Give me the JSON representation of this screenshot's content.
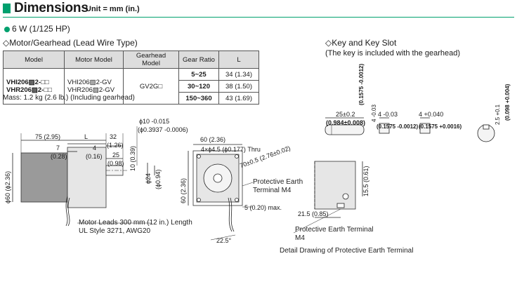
{
  "header": {
    "title": "Dimensions",
    "unit": "Unit = mm (in.)"
  },
  "subheader": "6 W (1/125 HP)",
  "left_section": {
    "title": "◇Motor/Gearhead (Lead Wire Type)"
  },
  "right_section": {
    "title": "◇Key and Key Slot",
    "note": "(The key is included with the gearhead)"
  },
  "table": {
    "headers": [
      "Model",
      "Motor Model",
      "Gearhead Model",
      "Gear Ratio",
      "L"
    ],
    "models": [
      "VHI206▨2-□□",
      "VHR206▨2-□□"
    ],
    "motor_models": [
      "VHI206▨2-GV",
      "VHR206▨2-GV"
    ],
    "gearhead_model": "GV2G□",
    "rows": [
      {
        "ratio": "5~25",
        "L": "34 (1.34)"
      },
      {
        "ratio": "30~120",
        "L": "38 (1.50)"
      },
      {
        "ratio": "150~360",
        "L": "43 (1.69)"
      }
    ]
  },
  "mass": "Mass: 1.2 kg (2.6 lb.) (Including gearhead)",
  "labels": {
    "motor_leads": "Motor Leads 300 mm (12 in.) Length",
    "ul_style": "UL Style 3271, AWG20",
    "protective_earth": "Protective Earth",
    "terminal_m4": "Terminal M4",
    "thru": "4×ϕ4.5 (ϕ0.177) Thru",
    "pe_terminal": "Protective Earth Terminal",
    "m4": "M4",
    "detail_caption": "Detail Drawing of Protective Earth Terminal"
  },
  "dims": {
    "d75": "75 (2.95)",
    "dL": "L",
    "d32": "32",
    "d126": "(1.26)",
    "d7": "7",
    "d028": "(0.28)",
    "d4": "4",
    "d016": "(0.16)",
    "d25": "25",
    "d098": "(0.98)",
    "phi10": "ϕ10 -0.015",
    "phi03937": "(ϕ0.3937 -0.0006)",
    "d10": "10 (0.39)",
    "phi24": "ϕ24",
    "phi094": "(ϕ0.94)",
    "phi60": "ϕ60 (ϕ2.36)",
    "d60top": "60 (2.36)",
    "d60side": "60 (2.36)",
    "d70": "70±0.5 (2.76±0.02)",
    "d5": "5 (0.20) max.",
    "d225": "22.5°",
    "key25": "25±0.2",
    "key0984": "(0.984±0.008)",
    "key4a": "4 -0.03",
    "key01575a": "(0.1575 -0.0012)",
    "key4b": "4 +0.040",
    "key01575b": "(0.1575 +0.0016)",
    "key4v": "4 -0.03",
    "key01575v": "(0.1575 -0.0012)",
    "key25v": "2.5 +0.1",
    "key0098": "(0.098 +0.004)",
    "d155": "15.5 (0.61)",
    "d215": "21.5 (0.85)"
  }
}
